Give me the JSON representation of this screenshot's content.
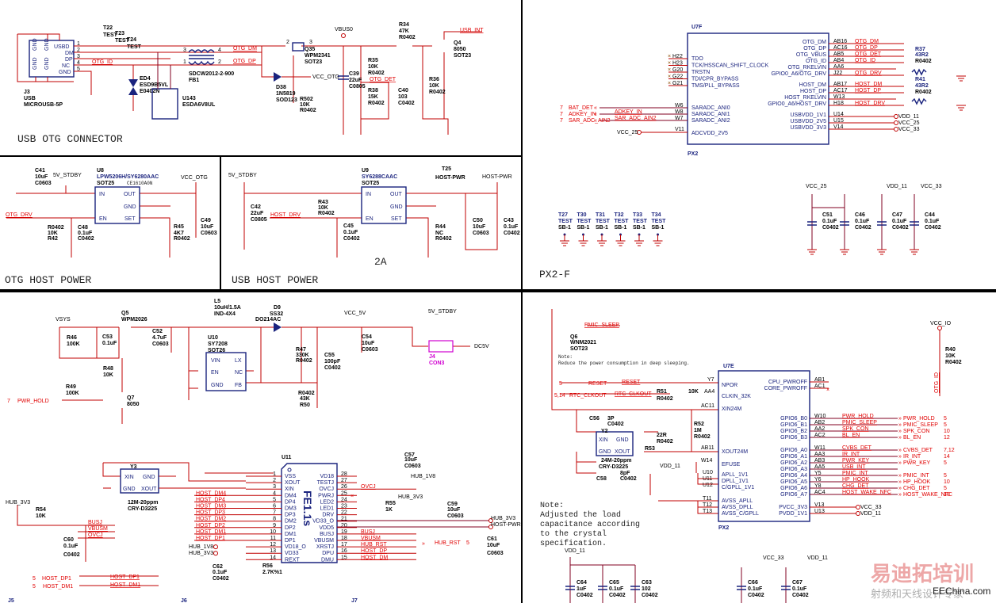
{
  "sections": {
    "usb_otg_connector": "USB OTG CONNECTOR",
    "otg_host_power": "OTG HOST POWER",
    "usb_host_power": "USB HOST POWER",
    "px2_f": "PX2-F",
    "current_2a": "2A"
  },
  "usb_otg": {
    "j3": {
      "ref": "J3",
      "type": "USB",
      "part": "MICROUSB-5P",
      "pins_left": [
        "GND",
        "GND",
        "GND",
        "GND"
      ],
      "pins_right": [
        "USBD",
        "DM",
        "DP",
        "NC",
        "GND"
      ],
      "pin_nums": [
        "1",
        "2",
        "3",
        "4",
        "5"
      ],
      "top_nums": [
        "8",
        "9",
        "13"
      ],
      "bottom_nums": [
        "11",
        "10",
        "12"
      ]
    },
    "tests": [
      {
        "ref": "T22",
        "label": "TEST"
      },
      {
        "ref": "T23",
        "label": "TEST"
      },
      {
        "ref": "T24",
        "label": "TEST"
      }
    ],
    "ed4": {
      "ref": "ED4",
      "part": "ESD9B5VL",
      "pkg": "E0402N"
    },
    "u143": {
      "ref": "U143",
      "part": "ESDA6V8UL"
    },
    "fb1": {
      "ref": "FB1",
      "part": "SDCW2012-2-900",
      "pins": [
        "3",
        "4",
        "1",
        "2"
      ]
    },
    "nets": {
      "otg_dm": "OTG_DM",
      "otg_dp": "OTG_DP",
      "otg_id": "OTG_ID"
    }
  },
  "vbus_section": {
    "vbus0": "VBUS0",
    "q35": {
      "ref": "Q35",
      "part": "WPM2341",
      "pkg": "SOT23"
    },
    "d38": {
      "ref": "D38",
      "part": "1N5819",
      "pkg": "SOD123"
    },
    "vcc_otg": "VCC_OTG",
    "r502": {
      "ref": "R502",
      "value": "10K",
      "pkg": "R0402"
    },
    "c39": {
      "ref": "C39",
      "value": "22uF",
      "pkg": "C0805"
    },
    "r35": {
      "ref": "R35",
      "value": "10K",
      "pkg": "R0402"
    },
    "r38": {
      "ref": "R38",
      "value": "15K",
      "pkg": "R0402"
    },
    "c40": {
      "ref": "C40",
      "value": "103",
      "pkg": "C0402"
    },
    "otg_det": "OTG_DET",
    "r34": {
      "ref": "R34",
      "value": "47K",
      "pkg": "R0402"
    },
    "r36": {
      "ref": "R36",
      "value": "10K",
      "pkg": "R0402"
    },
    "q4": {
      "ref": "Q4",
      "part": "8050",
      "pkg": "SOT23"
    },
    "usb_int": "USB_INT"
  },
  "u7f": {
    "ref": "U7F",
    "footer": "PX2",
    "jtag": [
      {
        "ball": "H22",
        "pin": "TDO"
      },
      {
        "ball": "H23",
        "pin": "TCK/HSSCAN_SHIFT_CLOCK"
      },
      {
        "ball": "G20",
        "pin": "TRSTN"
      },
      {
        "ball": "G22",
        "pin": "TDI/CPR_BYPASS"
      },
      {
        "ball": "G21",
        "pin": "TMS/PLL_BYPASS"
      }
    ],
    "adc": [
      {
        "ball": "W6",
        "pin": "SARADC_ANI0",
        "net": "",
        "port": "BAT_DET",
        "page": "7"
      },
      {
        "ball": "W8",
        "pin": "SARADC_ANI1",
        "net": "ADKEY_IN",
        "port": "ADKEY_IN",
        "page": "7"
      },
      {
        "ball": "W7",
        "pin": "SARADC_ANI2",
        "net": "SAR_ADC_AIN2",
        "port": "SAR_ADC_AIN2",
        "page": "7"
      }
    ],
    "adcvdd": {
      "ball": "V11",
      "pin": "ADCVDD_2V5",
      "net": "VCC_25"
    },
    "right": [
      {
        "pin": "OTG_DM",
        "ball": "AB16",
        "net": "OTG_DM"
      },
      {
        "pin": "OTG_DP",
        "ball": "AC16",
        "net": "OTG_DP"
      },
      {
        "pin": "OTG_VBUS",
        "ball": "AB5",
        "net": "OTG_DET"
      },
      {
        "pin": "OTG_ID",
        "ball": "AB4",
        "net": "OTG_ID"
      },
      {
        "pin": "OTG_RKELVIN",
        "ball": "AA6",
        "net": ""
      },
      {
        "pin": "GPIO0_A6/OTG_DRV",
        "ball": "J22",
        "net": "OTG_DRV"
      },
      {
        "pin": "HOST_DM",
        "ball": "AB17",
        "net": "HOST_DM"
      },
      {
        "pin": "HOST_DP",
        "ball": "AC17",
        "net": "HOST_DP"
      },
      {
        "pin": "HOST_RKELVIN",
        "ball": "W13",
        "net": ""
      },
      {
        "pin": "GPIO0_A6/HOST_DRV",
        "ball": "H18",
        "net": "HOST_DRV"
      },
      {
        "pin": "USBVDD_1V1",
        "ball": "U14",
        "net": "VDD_11"
      },
      {
        "pin": "USBVDD_2V5",
        "ball": "U15",
        "net": "VCC_25"
      },
      {
        "pin": "USBVDD_3V3",
        "ball": "V14",
        "net": "VCC_33"
      }
    ],
    "r37": {
      "ref": "R37",
      "value": "43R2",
      "pkg": "R0402"
    },
    "r41": {
      "ref": "R41",
      "value": "43R2",
      "pkg": "R0402"
    }
  },
  "otg_power": {
    "c41": {
      "ref": "C41",
      "value": "10uF",
      "pkg": "C0603"
    },
    "stby": "5V_STDBY",
    "u8": {
      "ref": "U8",
      "part": "LPW5206H/SY6280AAC",
      "pkg": "SOT25",
      "mark": "CE1610A0N",
      "pins_left": [
        "IN",
        "EN"
      ],
      "pins_right": [
        "OUT",
        "GND",
        "SET"
      ],
      "nums": [
        "5",
        "4",
        "1",
        "2",
        "3"
      ]
    },
    "vcc_otg": "VCC_OTG",
    "otg_drv": "OTG_DRV",
    "r42": {
      "ref": "R42",
      "value": "10K",
      "pkg": "R0402"
    },
    "c48": {
      "ref": "C48",
      "value": "0.1uF",
      "pkg": "C0402"
    },
    "r45": {
      "ref": "R45",
      "value": "4K7",
      "pkg": "R0402"
    },
    "c49": {
      "ref": "C49",
      "value": "10uF",
      "pkg": "C0603"
    }
  },
  "host_power": {
    "stby": "5V_STDBY",
    "c42": {
      "ref": "C42",
      "value": "22uF",
      "pkg": "C0805"
    },
    "host_drv": "HOST_DRV",
    "r43": {
      "ref": "R43",
      "value": "10K",
      "pkg": "R0402"
    },
    "c45": {
      "ref": "C45",
      "value": "0.1uF",
      "pkg": "C0402"
    },
    "u9": {
      "ref": "U9",
      "part": "SY6288CAAC",
      "pkg": "SOT25",
      "pins_left": [
        "IN",
        "EN"
      ],
      "pins_right": [
        "OUT",
        "GND",
        "SET"
      ],
      "nums": [
        "5",
        "4",
        "1",
        "2",
        "3"
      ]
    },
    "t25": {
      "ref": "T25",
      "label": "HOST-PWR"
    },
    "host_pwr": "HOST-PWR",
    "r44": {
      "ref": "R44",
      "value": "NC",
      "pkg": "R0402"
    },
    "c50": {
      "ref": "C50",
      "value": "10uF",
      "pkg": "C0603"
    },
    "c43": {
      "ref": "C43",
      "value": "0.1uF",
      "pkg": "C0402"
    }
  },
  "px2f": {
    "testpoints": [
      {
        "ref": "T27",
        "label": "TEST",
        "pkg": "SB-1"
      },
      {
        "ref": "T30",
        "label": "TEST",
        "pkg": "SB-1"
      },
      {
        "ref": "T31",
        "label": "TEST",
        "pkg": "SB-1"
      },
      {
        "ref": "T32",
        "label": "TEST",
        "pkg": "SB-1"
      },
      {
        "ref": "T33",
        "label": "TEST",
        "pkg": "SB-1"
      },
      {
        "ref": "T34",
        "label": "TEST",
        "pkg": "SB-1"
      }
    ],
    "rails": [
      "VCC_25",
      "VDD_11",
      "VCC_33"
    ],
    "caps": [
      {
        "ref": "C51",
        "value": "0.1uF",
        "pkg": "C0402"
      },
      {
        "ref": "C46",
        "value": "0.1uF",
        "pkg": "C0402"
      },
      {
        "ref": "C47",
        "value": "0.1uF",
        "pkg": "C0402"
      },
      {
        "ref": "C44",
        "value": "0.1uF",
        "pkg": "C0402"
      }
    ]
  },
  "boost": {
    "vsys": "VSYS",
    "r46": {
      "ref": "R46",
      "value": "100K"
    },
    "c53": {
      "ref": "C53",
      "value": "0.1uF"
    },
    "q5": {
      "ref": "Q5",
      "part": "WPM2026"
    },
    "c52": {
      "ref": "C52",
      "value": "4.7uF",
      "pkg": "C0603"
    },
    "l5": {
      "ref": "L5",
      "value": "10uH/1.5A",
      "pkg": "IND-4X4"
    },
    "d9": {
      "ref": "D9",
      "part": "SS32",
      "pkg": "DO214AC"
    },
    "u10": {
      "ref": "U10",
      "part": "SY7208",
      "pkg": "SOT26",
      "pins_left": [
        "VIN",
        "EN",
        "GND"
      ],
      "pins_right": [
        "LX",
        "NC",
        "FB"
      ],
      "nums": [
        "5",
        "4",
        "2",
        "1",
        "6",
        "3"
      ]
    },
    "r48": {
      "ref": "R48",
      "value": "10K"
    },
    "r49": {
      "ref": "R49",
      "value": "100K"
    },
    "q7": {
      "ref": "Q7",
      "part": "8050"
    },
    "pwr_hold": "PWR_HOLD",
    "pwr_hold_page": "7",
    "r47": {
      "ref": "R47",
      "value": "330K",
      "pkg": "R0402"
    },
    "c55": {
      "ref": "C55",
      "value": "100pF",
      "pkg": "C0402"
    },
    "r50": {
      "ref": "R50",
      "value": "43K",
      "pkg": "R0402"
    },
    "vcc_5v": "VCC_5V",
    "c54": {
      "ref": "C54",
      "value": "10uF",
      "pkg": "C0603"
    },
    "stby": "5V_STDBY",
    "j4": {
      "ref": "J4",
      "part": "CON3",
      "pins": [
        "3",
        "2",
        "1"
      ]
    },
    "dc5v": "DC5V"
  },
  "u7e": {
    "ref": "U7E",
    "footer": "PX2",
    "q6": {
      "ref": "Q6",
      "part": "WNM2021",
      "pkg": "SOT23"
    },
    "pmic_sleep": "PMIC_SLEEP",
    "note_label": "Note:",
    "note_text": "Reduce the power consumption in deep sleeping.",
    "reset": {
      "page": "5",
      "port": "RESET",
      "net": "RESET",
      "ball": "Y7",
      "pin": "NPOR"
    },
    "rtc": {
      "page": "5,14",
      "port": "RTC_CLKOUT",
      "net": "RTC_CLKOUT",
      "ball": "AA4",
      "pin": "CLKIN_32K"
    },
    "r51": {
      "ref": "R51",
      "value": "10K",
      "pkg": "R0402"
    },
    "xin": {
      "ball": "AC11",
      "pin": "XIN24M"
    },
    "xout": {
      "ball": "AB11",
      "pin": "XOUT24M"
    },
    "efuse": {
      "ball": "W14",
      "pin": "EFUSE"
    },
    "c56": {
      "ref": "C56",
      "value": "3P",
      "pkg": "C0402"
    },
    "y2": {
      "ref": "Y2",
      "part": "24M-20ppm",
      "pkg": "CRY-D3225",
      "pins": [
        "XIN",
        "GND",
        "GND",
        "XOUT"
      ]
    },
    "r52": {
      "ref": "R52",
      "value": "1M",
      "pkg": "R0402"
    },
    "r53": {
      "ref": "R53",
      "value": "22R",
      "pkg": "R0402"
    },
    "c58": {
      "ref": "C58",
      "value": "8pF",
      "pkg": "C0402"
    },
    "vdd11": "VDD_11",
    "pll": [
      {
        "ball": "U10",
        "pin": "APLL_1V1"
      },
      {
        "ball": "U11",
        "pin": "DPLL_1V1"
      },
      {
        "ball": "U12",
        "pin": "C/GPLL_1V1"
      },
      {
        "ball": "T11",
        "pin": "AVSS_APLL"
      },
      {
        "ball": "T12",
        "pin": "AVSS_DPLL"
      },
      {
        "ball": "T13",
        "pin": "AVSS_C/GPLL"
      }
    ],
    "pwroff": [
      {
        "pin": "CPU_PWROFF",
        "ball": "AB1"
      },
      {
        "pin": "CORE_PWROFF",
        "ball": "AC1"
      }
    ],
    "gpio": [
      {
        "pin": "GPIO6_B0",
        "ball": "W10",
        "net": "PWR_HOLD",
        "page": "5"
      },
      {
        "pin": "GPIO6_B1",
        "ball": "AB2",
        "net": "PMIC_SLEEP",
        "page": "5"
      },
      {
        "pin": "GPIO6_B2",
        "ball": "AA2",
        "net": "SPK_CON",
        "page": "10"
      },
      {
        "pin": "GPIO6_B3",
        "ball": "AC2",
        "net": "BL_EN",
        "page": "12"
      },
      {
        "pin": "GPIO6_A0",
        "ball": "W11",
        "net": "CVBS_DET",
        "page": "7,12"
      },
      {
        "pin": "GPIO6_A1",
        "ball": "AA3",
        "net": "IR_INT",
        "page": "14"
      },
      {
        "pin": "GPIO6_A2",
        "ball": "AB3",
        "net": "PWR_KEY",
        "page": "5"
      },
      {
        "pin": "GPIO6_A3",
        "ball": "AA5",
        "net": "USB_INT",
        "page": ""
      },
      {
        "pin": "GPIO6_A4",
        "ball": "Y5",
        "net": "PMIC_INT",
        "page": "5"
      },
      {
        "pin": "GPIO6_A5",
        "ball": "Y6",
        "net": "HP_HOOK",
        "page": "10"
      },
      {
        "pin": "GPIO6_A6",
        "ball": "Y8",
        "net": "CHG_DET",
        "page": "5"
      },
      {
        "pin": "GPIO6_A7",
        "ball": "AC4",
        "net": "HOST_WAKE_NFC",
        "page": "10"
      }
    ],
    "pwr": [
      {
        "pin": "PVCC_3V3",
        "ball": "V13",
        "net": "VCC_33"
      },
      {
        "pin": "PVDD_1V1",
        "ball": "U13",
        "net": "VDD_11"
      }
    ],
    "vcc_io": "VCC_IO",
    "r40": {
      "ref": "R40",
      "value": "10K",
      "pkg": "R0402"
    },
    "otg_id": "OTG_ID"
  },
  "crystal_note": {
    "label": "Note:",
    "lines": [
      "Adjusted the load",
      "capacitance according",
      "to the crystal",
      "specification."
    ]
  },
  "bottom_caps": {
    "vdd11": "VDD_11",
    "vcc33": "VCC_33",
    "vdd11b": "VDD_11",
    "caps": [
      {
        "ref": "C64",
        "value": "1uF",
        "pkg": "C0402"
      },
      {
        "ref": "C65",
        "value": "0.1uF",
        "pkg": "C0402"
      },
      {
        "ref": "C63",
        "value": "102",
        "pkg": "C0402"
      },
      {
        "ref": "C66",
        "value": "0.1uF",
        "pkg": "C0402"
      },
      {
        "ref": "C67",
        "value": "0.1uF",
        "pkg": "C0402"
      }
    ]
  },
  "hub": {
    "y3": {
      "ref": "Y3",
      "part": "12M-20ppm",
      "pkg": "CRY-D3225",
      "pins": [
        "XIN",
        "GND",
        "GND",
        "XOUT"
      ],
      "nums": [
        "1",
        "2",
        "4",
        "3"
      ]
    },
    "hub_3v3": "HUB_3V3",
    "r54": {
      "ref": "R54",
      "value": "10K"
    },
    "c60": {
      "ref": "C60",
      "value": "0.1uF",
      "pkg": "C0402"
    },
    "left_nets": [
      "BUSJ",
      "VBUSM",
      "OVCJ"
    ],
    "host_ports": [
      {
        "page": "5",
        "net": "HOST_DP1"
      },
      {
        "page": "5",
        "net": "HOST_DM1"
      }
    ],
    "u11": {
      "ref": "U11",
      "part": "FE1.1s",
      "left": [
        {
          "n": "1",
          "p": "VSS",
          "net": ""
        },
        {
          "n": "2",
          "p": "XOUT",
          "net": ""
        },
        {
          "n": "3",
          "p": "XIN",
          "net": ""
        },
        {
          "n": "4",
          "p": "DM4",
          "net": "HOST_DM4"
        },
        {
          "n": "5",
          "p": "DP4",
          "net": "HOST_DP4"
        },
        {
          "n": "6",
          "p": "DM3",
          "net": "HOST_DM3"
        },
        {
          "n": "7",
          "p": "DP3",
          "net": "HOST_DP3"
        },
        {
          "n": "8",
          "p": "DM2",
          "net": "HOST_DM2"
        },
        {
          "n": "9",
          "p": "DP2",
          "net": "HOST_DP2"
        },
        {
          "n": "10",
          "p": "DM1",
          "net": "HOST_DM1"
        },
        {
          "n": "11",
          "p": "DP1",
          "net": "HOST_DP1"
        },
        {
          "n": "12",
          "p": "VD18_O",
          "net": "HUB_1V8"
        },
        {
          "n": "13",
          "p": "VD33",
          "net": "HUB_3V3"
        },
        {
          "n": "14",
          "p": "REXT",
          "net": ""
        }
      ],
      "right": [
        {
          "n": "28",
          "p": "VD18",
          "net": ""
        },
        {
          "n": "27",
          "p": "TESTJ",
          "net": ""
        },
        {
          "n": "26",
          "p": "OVCJ",
          "net": "OVCJ"
        },
        {
          "n": "25",
          "p": "PWRJ",
          "net": ""
        },
        {
          "n": "24",
          "p": "LED2",
          "net": ""
        },
        {
          "n": "23",
          "p": "LED1",
          "net": ""
        },
        {
          "n": "22",
          "p": "DRV",
          "net": ""
        },
        {
          "n": "21",
          "p": "VD33_O",
          "net": ""
        },
        {
          "n": "20",
          "p": "VDD5",
          "net": ""
        },
        {
          "n": "19",
          "p": "BUSJ",
          "net": "BUSJ"
        },
        {
          "n": "18",
          "p": "VBUSM",
          "net": "VBUSM"
        },
        {
          "n": "17",
          "p": "XRSTJ",
          "net": "HUB_RST"
        },
        {
          "n": "16",
          "p": "DPU",
          "net": "HOST_DP"
        },
        {
          "n": "15",
          "p": "DMU",
          "net": "HOST_DM"
        }
      ]
    },
    "c62": {
      "ref": "C62",
      "value": "0.1uF",
      "pkg": "C0402"
    },
    "r56": {
      "ref": "R56",
      "value": "2.7K%1"
    },
    "c57": {
      "ref": "C57",
      "value": "10uF",
      "pkg": "C0603"
    },
    "hub_1v8": "HUB_1V8",
    "r55": {
      "ref": "R55",
      "value": "1K"
    },
    "c59": {
      "ref": "C59",
      "value": "10uF",
      "pkg": "C0603"
    },
    "hub_3v3_out": "HUB_3V3",
    "host_pwr": "HOST-PWR",
    "hub_rst": {
      "port": "HUB_RST",
      "page": "5"
    },
    "c61": {
      "ref": "C61",
      "value": "10uF",
      "pkg": "C0603"
    },
    "footer_refs": [
      "J5",
      "J6",
      "J7"
    ]
  },
  "watermark": {
    "cn_title": "易迪拓培训",
    "cn_sub": "射频和天线设计专家",
    "site": "EEChina.com"
  }
}
